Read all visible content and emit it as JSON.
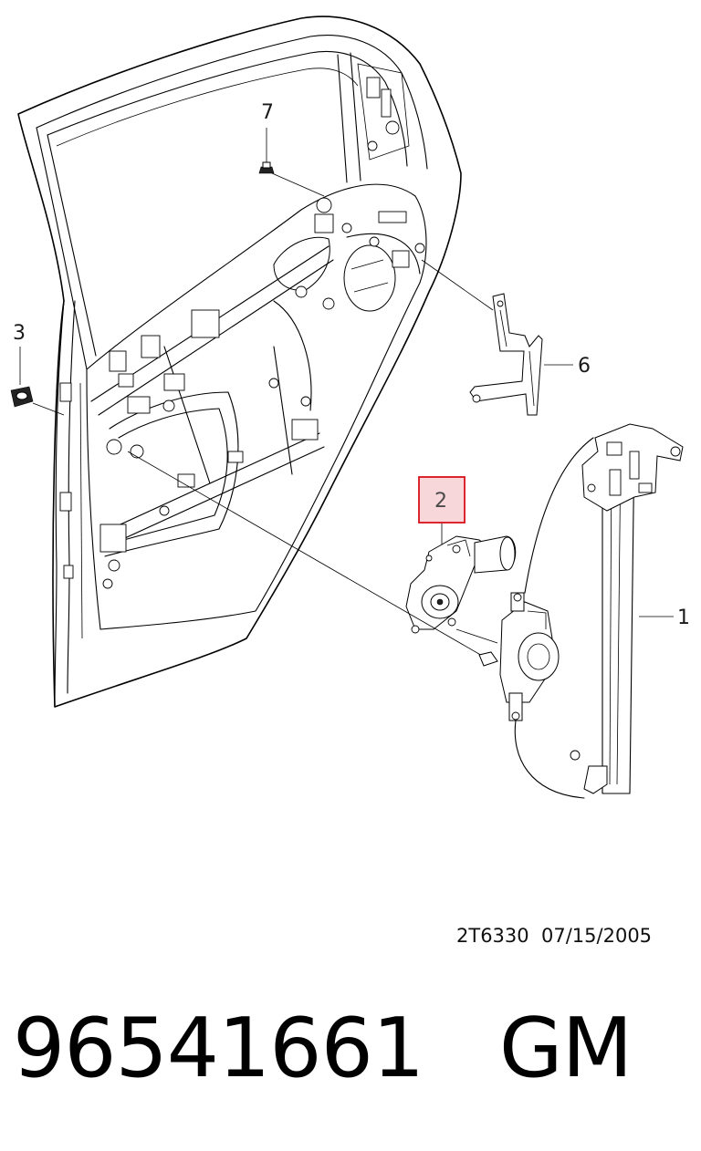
{
  "callouts": {
    "c1": "1",
    "c2": "2",
    "c3": "3",
    "c6": "6",
    "c7": "7"
  },
  "highlight": {
    "callout": "2",
    "border_color": "#d9101a",
    "fill_color": "#f8d7da"
  },
  "reference": {
    "code": "2T6330",
    "date": "07/15/2005"
  },
  "footer": {
    "part_number": "96541661",
    "brand": "GM"
  }
}
